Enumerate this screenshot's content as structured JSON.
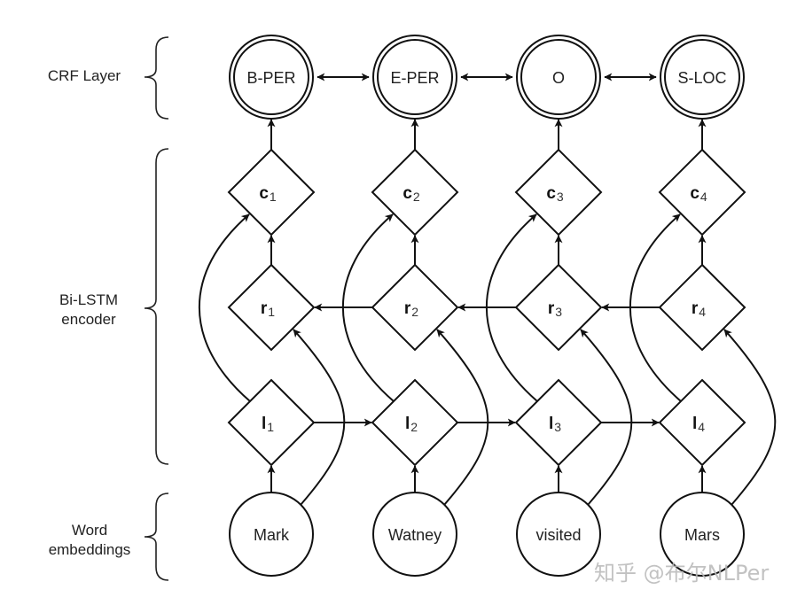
{
  "layers": [
    {
      "id": "crf",
      "label_lines": [
        "CRF Layer"
      ]
    },
    {
      "id": "bilstm",
      "label_lines": [
        "Bi-LSTM",
        "encoder"
      ]
    },
    {
      "id": "embed",
      "label_lines": [
        "Word",
        "embeddings"
      ]
    }
  ],
  "crf_tags": [
    "B-PER",
    "E-PER",
    "O",
    "S-LOC"
  ],
  "c_nodes": [
    {
      "var": "c",
      "sub": "1"
    },
    {
      "var": "c",
      "sub": "2"
    },
    {
      "var": "c",
      "sub": "3"
    },
    {
      "var": "c",
      "sub": "4"
    }
  ],
  "r_nodes": [
    {
      "var": "r",
      "sub": "1"
    },
    {
      "var": "r",
      "sub": "2"
    },
    {
      "var": "r",
      "sub": "3"
    },
    {
      "var": "r",
      "sub": "4"
    }
  ],
  "l_nodes": [
    {
      "var": "l",
      "sub": "1"
    },
    {
      "var": "l",
      "sub": "2"
    },
    {
      "var": "l",
      "sub": "3"
    },
    {
      "var": "l",
      "sub": "4"
    }
  ],
  "words": [
    "Mark",
    "Watney",
    "visited",
    "Mars"
  ],
  "watermark": "知乎 @布尔NLPer"
}
